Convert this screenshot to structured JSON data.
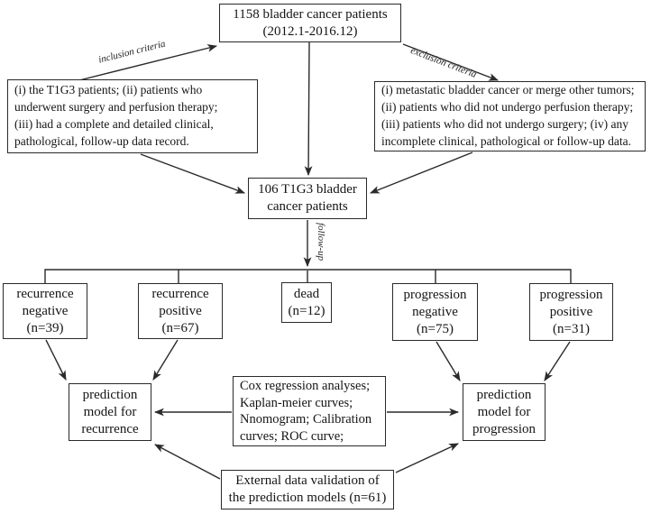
{
  "diagram": {
    "nodes": {
      "patients_total": [
        "1158 bladder cancer patients",
        "(2012.1-2016.12)"
      ],
      "inclusion_criteria": [
        "(i) the T1G3 patients; (ii) patients who",
        "underwent surgery and perfusion therapy;",
        "(iii) had a complete and detailed clinical,",
        "pathological, follow-up data record."
      ],
      "exclusion_criteria": [
        "(i) metastatic bladder cancer or merge other tumors;",
        "(ii) patients who did not undergo perfusion therapy;",
        "(iii) patients who did not undergo surgery; (iv) any",
        "incomplete clinical, pathological or follow-up data."
      ],
      "patients_t1g3": [
        "106 T1G3 bladder",
        "cancer patients"
      ],
      "recurrence_negative": [
        "recurrence",
        "negative",
        "(n=39)"
      ],
      "recurrence_positive": [
        "recurrence",
        "positive",
        "(n=67)"
      ],
      "dead": [
        "dead",
        "(n=12)"
      ],
      "progression_negative": [
        "progression",
        "negative",
        "(n=75)"
      ],
      "progression_positive": [
        "progression",
        "positive",
        "(n=31)"
      ],
      "prediction_recurrence": [
        "prediction",
        "model for",
        "recurrence"
      ],
      "methods": [
        "Cox regression analyses;",
        "Kaplan-meier curves;",
        "Nnomogram; Calibration",
        "curves; ROC curve;"
      ],
      "prediction_progression": [
        "prediction",
        "model for",
        "progression"
      ],
      "external_validation": [
        "External data validation of",
        "the prediction models (n=61)"
      ]
    },
    "edge_labels": {
      "inclusion": "inclusion criteria",
      "exclusion": "exclusion criteria",
      "follow_up": "follow-up"
    },
    "colors": {
      "line": "#2a2a2a",
      "text": "#151515",
      "background": "#ffffff"
    }
  }
}
